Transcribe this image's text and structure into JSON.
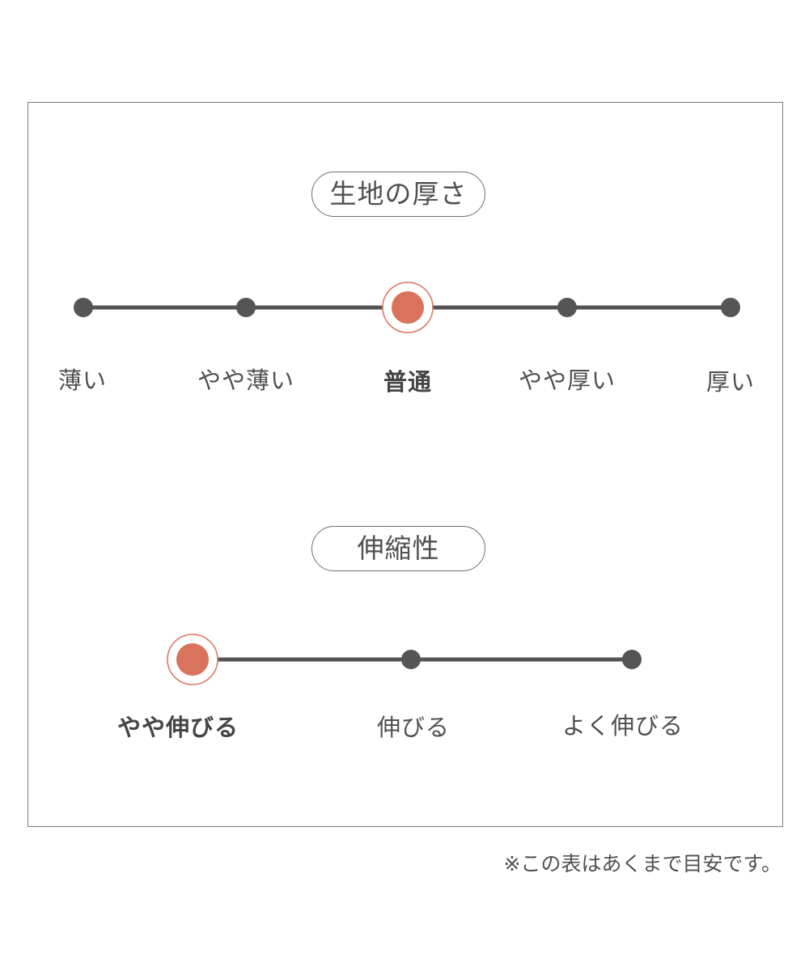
{
  "colors": {
    "accent": "#d9735b",
    "line": "#555555",
    "text": "#4d4d4d"
  },
  "thickness": {
    "title": "生地の厚さ",
    "options": [
      "薄い",
      "やや薄い",
      "普通",
      "やや厚い",
      "厚い"
    ],
    "selected_index": 2
  },
  "stretch": {
    "title": "伸縮性",
    "options": [
      "やや伸びる",
      "伸びる",
      "よく伸びる"
    ],
    "selected_index": 0
  },
  "note": "※この表はあくまで目安です。"
}
